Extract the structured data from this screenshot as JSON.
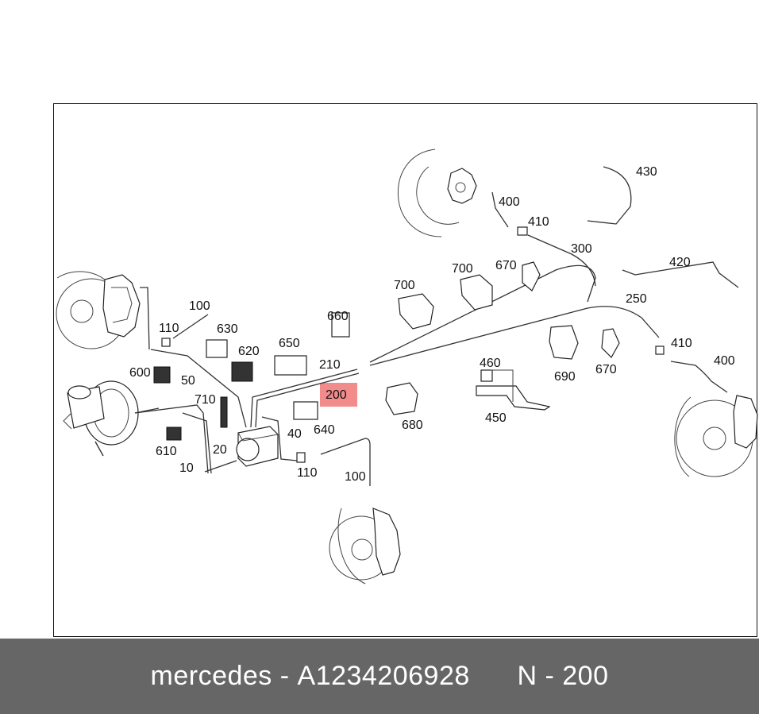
{
  "diagram": {
    "labels": {
      "l10": "10",
      "l20": "20",
      "l40": "40",
      "l50": "50",
      "l100a": "100",
      "l100b": "100",
      "l110a": "110",
      "l110b": "110",
      "l200": "200",
      "l210": "210",
      "l250": "250",
      "l300": "300",
      "l400a": "400",
      "l400b": "400",
      "l410a": "410",
      "l410b": "410",
      "l420": "420",
      "l430": "430",
      "l450": "450",
      "l460": "460",
      "l600": "600",
      "l610": "610",
      "l620": "620",
      "l630": "630",
      "l640": "640",
      "l650": "650",
      "l660": "660",
      "l670a": "670",
      "l670b": "670",
      "l680": "680",
      "l690": "690",
      "l700a": "700",
      "l700b": "700",
      "l710": "710"
    },
    "highlight_color": "#f28b8b"
  },
  "footer": {
    "brand": "mercedes",
    "sep1": " - ",
    "part_number": "A1234206928",
    "gap": "      ",
    "position": "N - 200",
    "background": "#666666"
  }
}
